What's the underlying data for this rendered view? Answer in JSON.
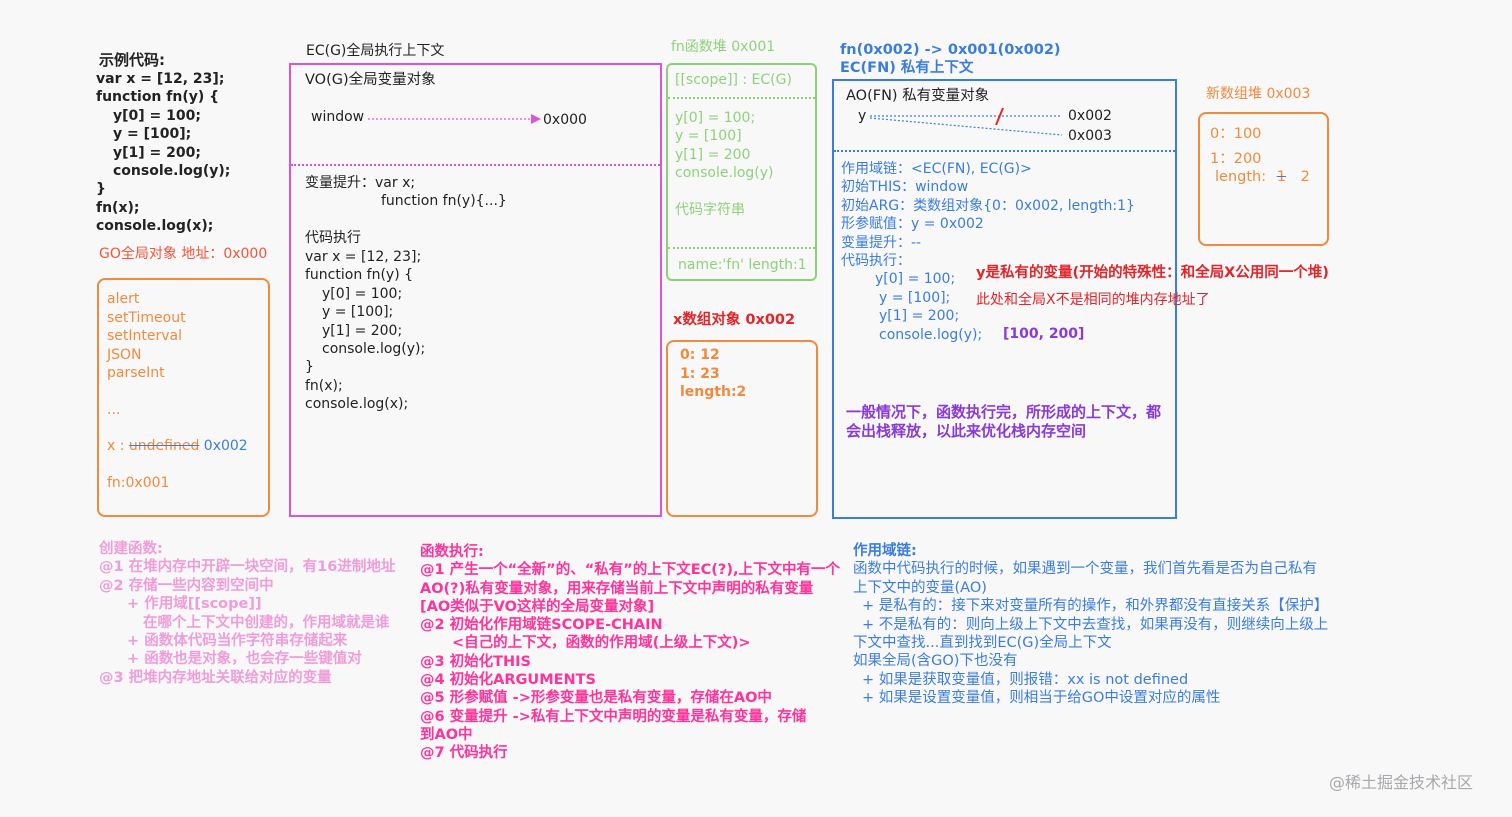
{
  "sample_code": {
    "title": "示例代码:",
    "lines": [
      "var x = [12, 23];",
      "function fn(y) {",
      "y[0] = 100;",
      "y = [100];",
      "y[1] = 200;",
      "console.log(y);",
      "}",
      "fn(x);",
      "console.log(x);"
    ]
  },
  "go": {
    "heading": "GO全局对象  地址：0x000",
    "items": [
      "alert",
      "setTimeout",
      "setInterval",
      "JSON",
      "parseInt",
      "..."
    ],
    "x_label": "x :",
    "x_old": "undefined",
    "x_new": "0x002",
    "fn_entry": "fn:0x001"
  },
  "ecg": {
    "title": "EC(G)全局执行上下文",
    "vo_title": "VO(G)全局变量对象",
    "window_label": "window",
    "window_addr": "0x000",
    "hoist_label": "变量提升：var x;",
    "hoist_fn": "function fn(y){...}",
    "exec_title": "代码执行",
    "code": [
      "var x = [12, 23];",
      "function fn(y) {",
      "y[0] = 100;",
      "y = [100];",
      "y[1] = 200;",
      "console.log(y);",
      "}",
      "fn(x);",
      "console.log(x);"
    ]
  },
  "fn_heap": {
    "title": "fn函数堆  0x001",
    "scope": "[[scope]] : EC(G)",
    "code": [
      "y[0] = 100;",
      "y = [100]",
      "y[1] = 200",
      "console.log(y)"
    ],
    "code_label": "代码字符串",
    "props": "name:'fn'   length:1",
    "color": "#8fd17a"
  },
  "x_array": {
    "title": "x数组对象 0x002",
    "lines": [
      "0:  12",
      "1:  23",
      "length:2"
    ],
    "color": "#f08a3e"
  },
  "ecfn": {
    "title1": "fn(0x002) -> 0x001(0x002)",
    "title2": "EC(FN) 私有上下文",
    "ao_title": "AO(FN) 私有变量对象",
    "y_label": "y",
    "addr1": "0x002",
    "addr2": "0x003",
    "scope_chain": "作用域链：<EC(FN), EC(G)>",
    "init_this": "初始THIS：window",
    "init_arg": "初始ARG：类数组对象{0：0x002, length:1}",
    "param": "形参赋值：y = 0x002",
    "hoist": "变量提升：--",
    "exec": "代码执行：",
    "code": [
      "y[0] = 100;",
      "y = [100];",
      "y[1] = 200;",
      "console.log(y);"
    ],
    "output": "[100, 200]",
    "note1": "y是私有的变量(开始的特殊性：和全局X公用同一个堆)",
    "note2": "此处和全局X不是相同的堆内存地址了",
    "release1": "一般情况下，函数执行完，所形成的上下文，都",
    "release2": "会出栈释放，以此来优化栈内存空间",
    "color": "#3b7ddd"
  },
  "new_array": {
    "title": "新数组堆 0x003",
    "lines": [
      "0：100",
      "1：200"
    ],
    "length_label": "length:",
    "length_old": "1",
    "length_new": "2"
  },
  "notes_create": {
    "title": "创建函数:",
    "lines": [
      "@1 在堆内存中开辟一块空间，有16进制地址",
      "@2 存储一些内容到空间中",
      "+ 作用域[[scope]]",
      "在哪个上下文中创建的，作用域就是谁",
      "+ 函数体代码当作字符串存储起来",
      "+ 函数也是对象，也会存一些键值对",
      "@3 把堆内存地址关联给对应的变量"
    ]
  },
  "notes_exec": {
    "title": "函数执行:",
    "lines": [
      "@1 产生一个“全新”的、“私有”的上下文EC(?),上下文中有一个",
      "AO(?)私有变量对象，用来存储当前上下文中声明的私有变量",
      "[AO类似于VO这样的全局变量对象]",
      "@2 初始化作用域链SCOPE-CHAIN",
      "<自己的上下文，函数的作用域(上级上下文)>",
      "@3 初始化THIS",
      "@4 初始化ARGUMENTS",
      "@5 形参赋值 ->形参变量也是私有变量，存储在AO中",
      "@6 变量提升 ->私有上下文中声明的变量是私有变量，存储",
      "到AO中",
      "@7 代码执行"
    ]
  },
  "notes_scope": {
    "title": "作用域链:",
    "lines": [
      "函数中代码执行的时候，如果遇到一个变量，我们首先看是否为自己私有",
      "上下文中的变量(AO)",
      "+ 是私有的：接下来对变量所有的操作，和外界都没有直接关系【保护】",
      "+ 不是私有的：则向上级上下文中去查找，如果再没有，则继续向上级上",
      "下文中查找...直到找到EC(G)全局上下文",
      "如果全局(含GO)下也没有",
      "+ 如果是获取变量值，则报错：xx is not defined",
      "+ 如果是设置变量值，则相当于给GO中设置对应的属性"
    ]
  },
  "watermark": "@稀土掘金技术社区",
  "colors": {
    "orange": "#f08a3e",
    "magenta": "#d855d8",
    "green": "#8fd17a",
    "blue": "#3b7ddd",
    "red": "#e0262a",
    "pink": "#ff3399",
    "purple": "#8a3ad6"
  }
}
